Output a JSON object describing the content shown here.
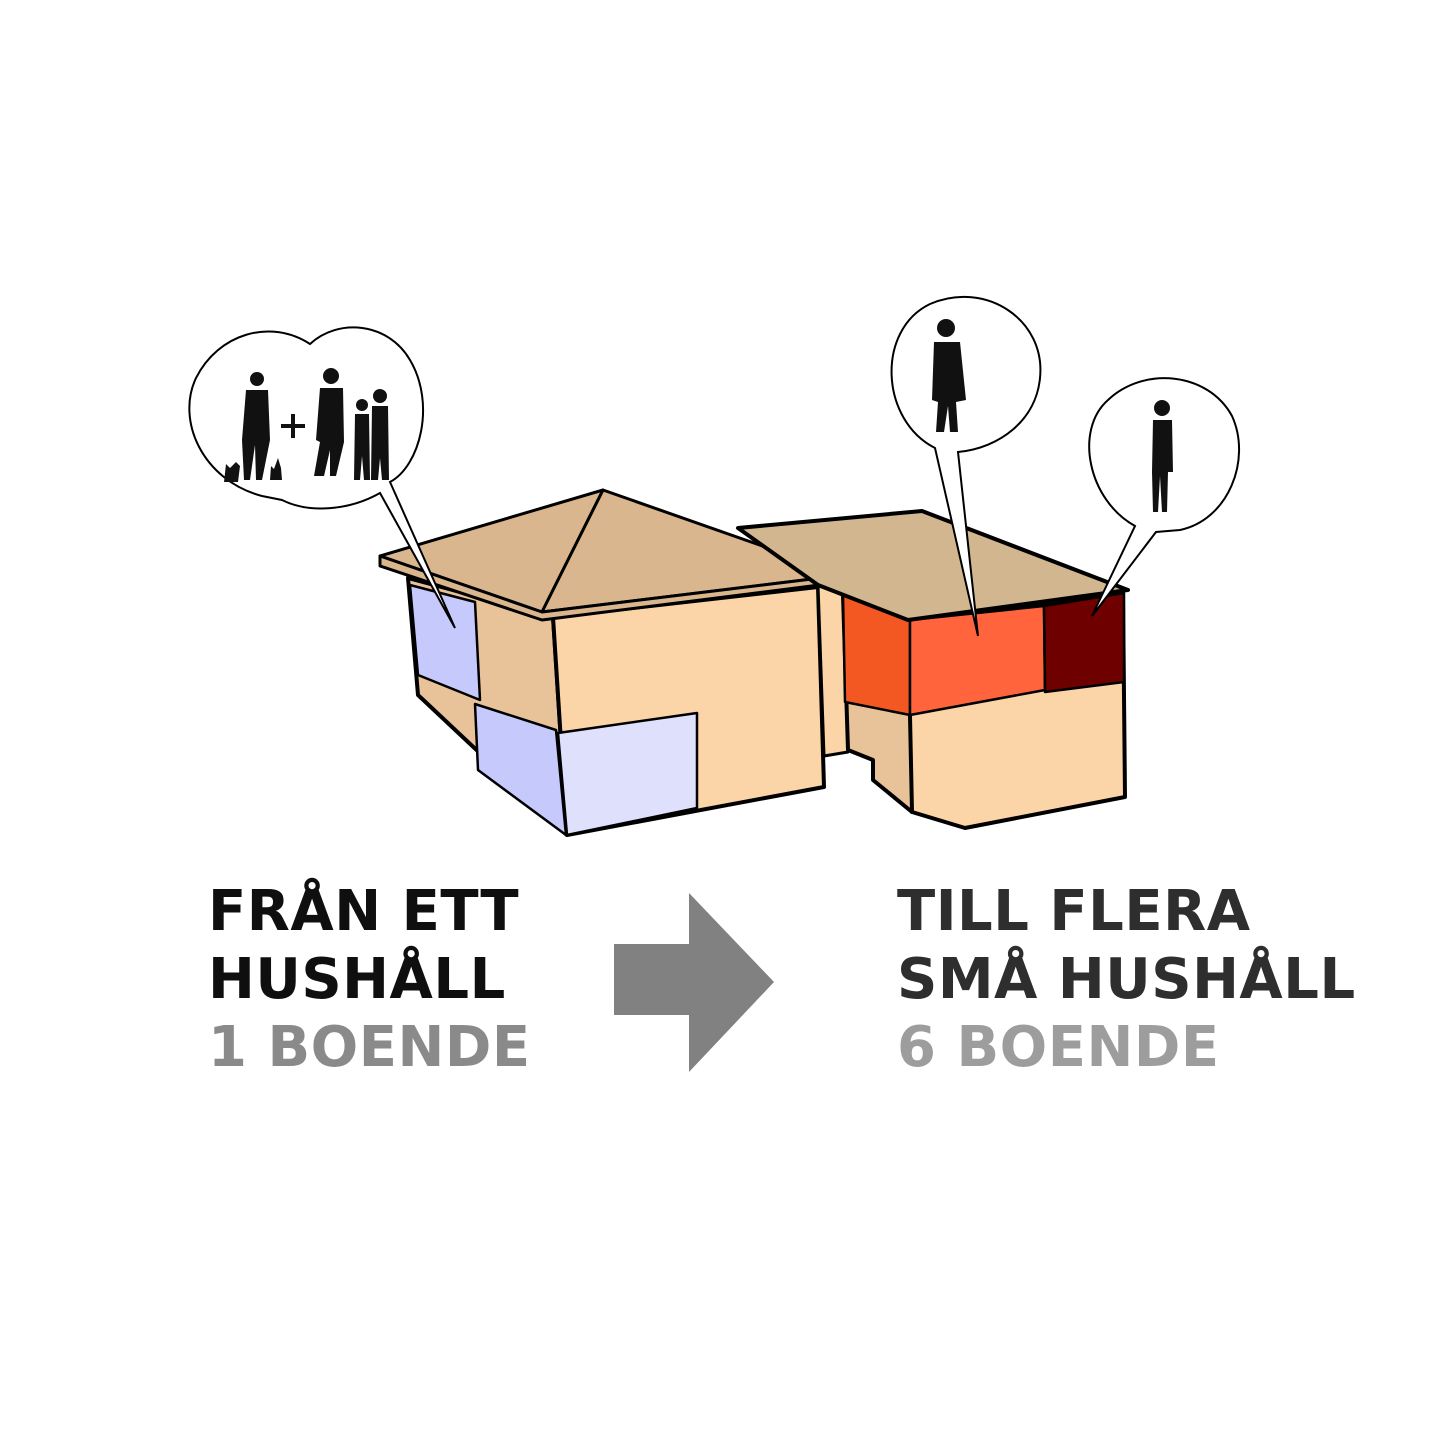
{
  "left": {
    "line1": "FRÅN ETT",
    "line2": "HUSHÅLL",
    "line3": "1 BOENDE"
  },
  "right": {
    "line1": "TILL FLERA",
    "line2": "SMÅ HUSHÅLL",
    "line3": "6 BOENDE"
  },
  "colors": {
    "roof": "#d9b68e",
    "wall": "#fbd4a8",
    "wall_shade": "#e8c39a",
    "blue_room": "#c6c9fb",
    "blue_room_light": "#dfe0fc",
    "orange_room": "#f35722",
    "orange_room_light": "#ff643c",
    "dark_red_room": "#6e0000",
    "arrow": "#818181",
    "outline": "#000000"
  },
  "icons": [
    "family-silhouettes-icon",
    "single-person-icon",
    "single-person-icon",
    "right-arrow-icon",
    "house-icon"
  ]
}
